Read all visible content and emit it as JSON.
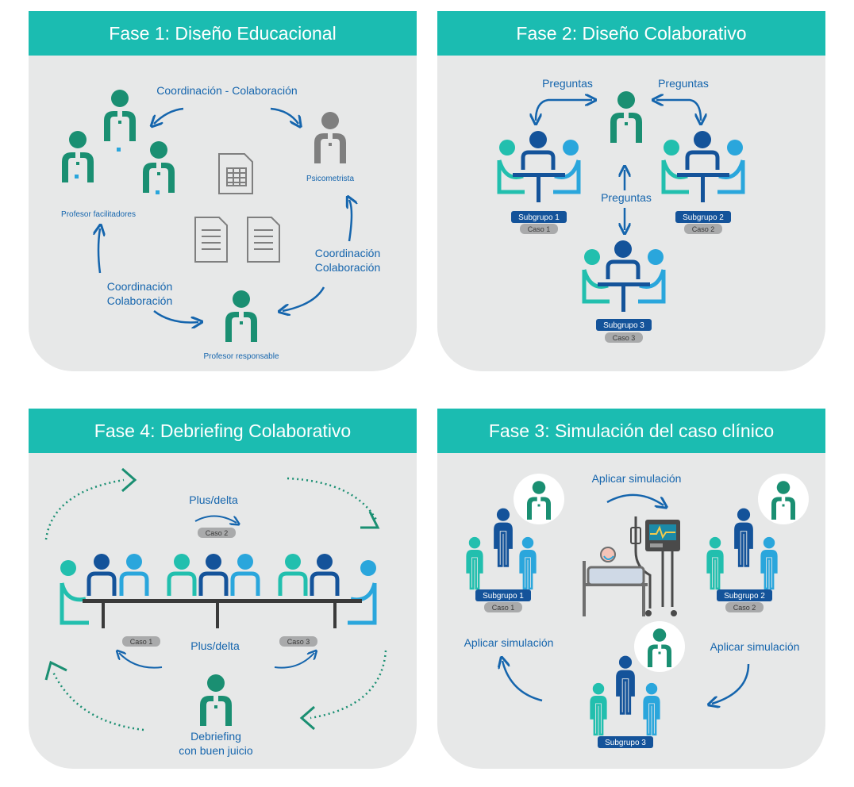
{
  "colors": {
    "header": "#1bbcb1",
    "panel_bg": "#e7e8e8",
    "blue": "#1565ad",
    "teal_dark": "#1a8f72",
    "teal": "#22bfae",
    "light_blue": "#2aa6dc",
    "gray": "#7f7f7f",
    "navy": "#14539a",
    "label_gray": "#a9aaab"
  },
  "fase1": {
    "title": "Fase 1: Diseño Educacional",
    "top_label": "Coordinación - Colaboración",
    "right_label_1": "Coordinación",
    "right_label_2": "Colaboración",
    "left_label_1": "Coordinación",
    "left_label_2": "Colaboración",
    "psicometrista": "Psicometrista",
    "profesores": "Profesor facilitadores",
    "responsable": "Profesor responsable"
  },
  "fase2": {
    "title": "Fase 2: Diseño Colaborativo",
    "preguntas_left": "Preguntas",
    "preguntas_right": "Preguntas",
    "preguntas_center": "Preguntas",
    "sub1": "Subgrupo 1",
    "caso1": "Caso 1",
    "sub2": "Subgrupo 2",
    "caso2": "Caso 2",
    "sub3": "Subgrupo 3",
    "caso3": "Caso 3"
  },
  "fase4": {
    "title": "Fase 4: Debriefing Colaborativo",
    "plus_top": "Plus/delta",
    "caso2": "Caso 2",
    "caso1": "Caso 1",
    "plus_mid": "Plus/delta",
    "caso3": "Caso 3",
    "debrief_1": "Debriefing",
    "debrief_2": "con buen juicio"
  },
  "fase3": {
    "title": "Fase 3: Simulación del caso clínico",
    "aplicar_top": "Aplicar simulación",
    "aplicar_left": "Aplicar simulación",
    "aplicar_right": "Aplicar simulación",
    "sub1": "Subgrupo 1",
    "caso1": "Caso 1",
    "sub2": "Subgrupo 2",
    "caso2": "Caso 2",
    "sub3": "Subgrupo 3"
  }
}
